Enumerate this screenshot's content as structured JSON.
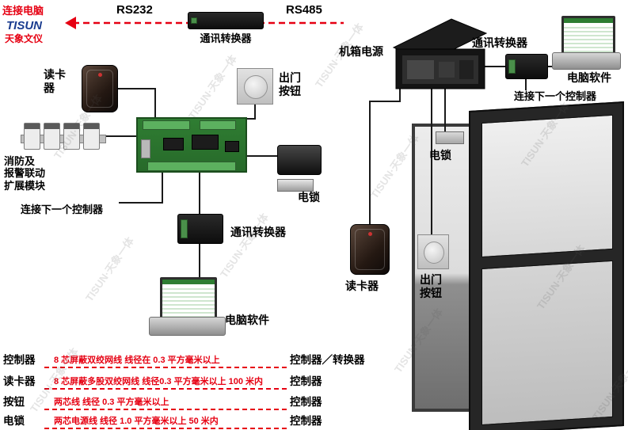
{
  "header": {
    "connect_pc": "连接电脑",
    "logo_top": "TISUN",
    "logo_bottom": "天象文仪",
    "rs232": "RS232",
    "rs485": "RS485",
    "converter": "通讯转换器"
  },
  "left": {
    "reader": "读卡\n器",
    "fire_module": "消防及\n报警联动\n扩展模块",
    "exit_button": "出门\n按钮",
    "lock": "电锁",
    "next_controller": "连接下一个控制器",
    "converter": "通讯转换器",
    "software": "电脑软件"
  },
  "right": {
    "power": "机箱电源",
    "converter": "通讯转换器",
    "software": "电脑软件",
    "next_controller": "连接下一个控制器",
    "lock": "电锁",
    "reader": "读卡器",
    "exit_button": "出门\n按钮"
  },
  "legend": {
    "rows": [
      {
        "left": "控制器",
        "middle": "8 芯屏蔽双绞网线  线径在 0.3 平方毫米以上",
        "right": "控制器／转换器"
      },
      {
        "left": "读卡器",
        "middle": "8 芯屏蔽多股双绞网线  线径0.3 平方毫米以上 100 米内",
        "right": "控制器"
      },
      {
        "left": "按钮",
        "middle": "两芯线  线径 0.3 平方毫米以上",
        "right": "控制器"
      },
      {
        "left": "电锁",
        "middle": "两芯电源线  线径 1.0 平方毫米以上  50 米内",
        "right": "控制器"
      }
    ]
  },
  "watermark": "TISUN·天象一体",
  "colors": {
    "red": "#e60012",
    "blue": "#1a3c8f",
    "pcb_green": "#2f7d32"
  }
}
